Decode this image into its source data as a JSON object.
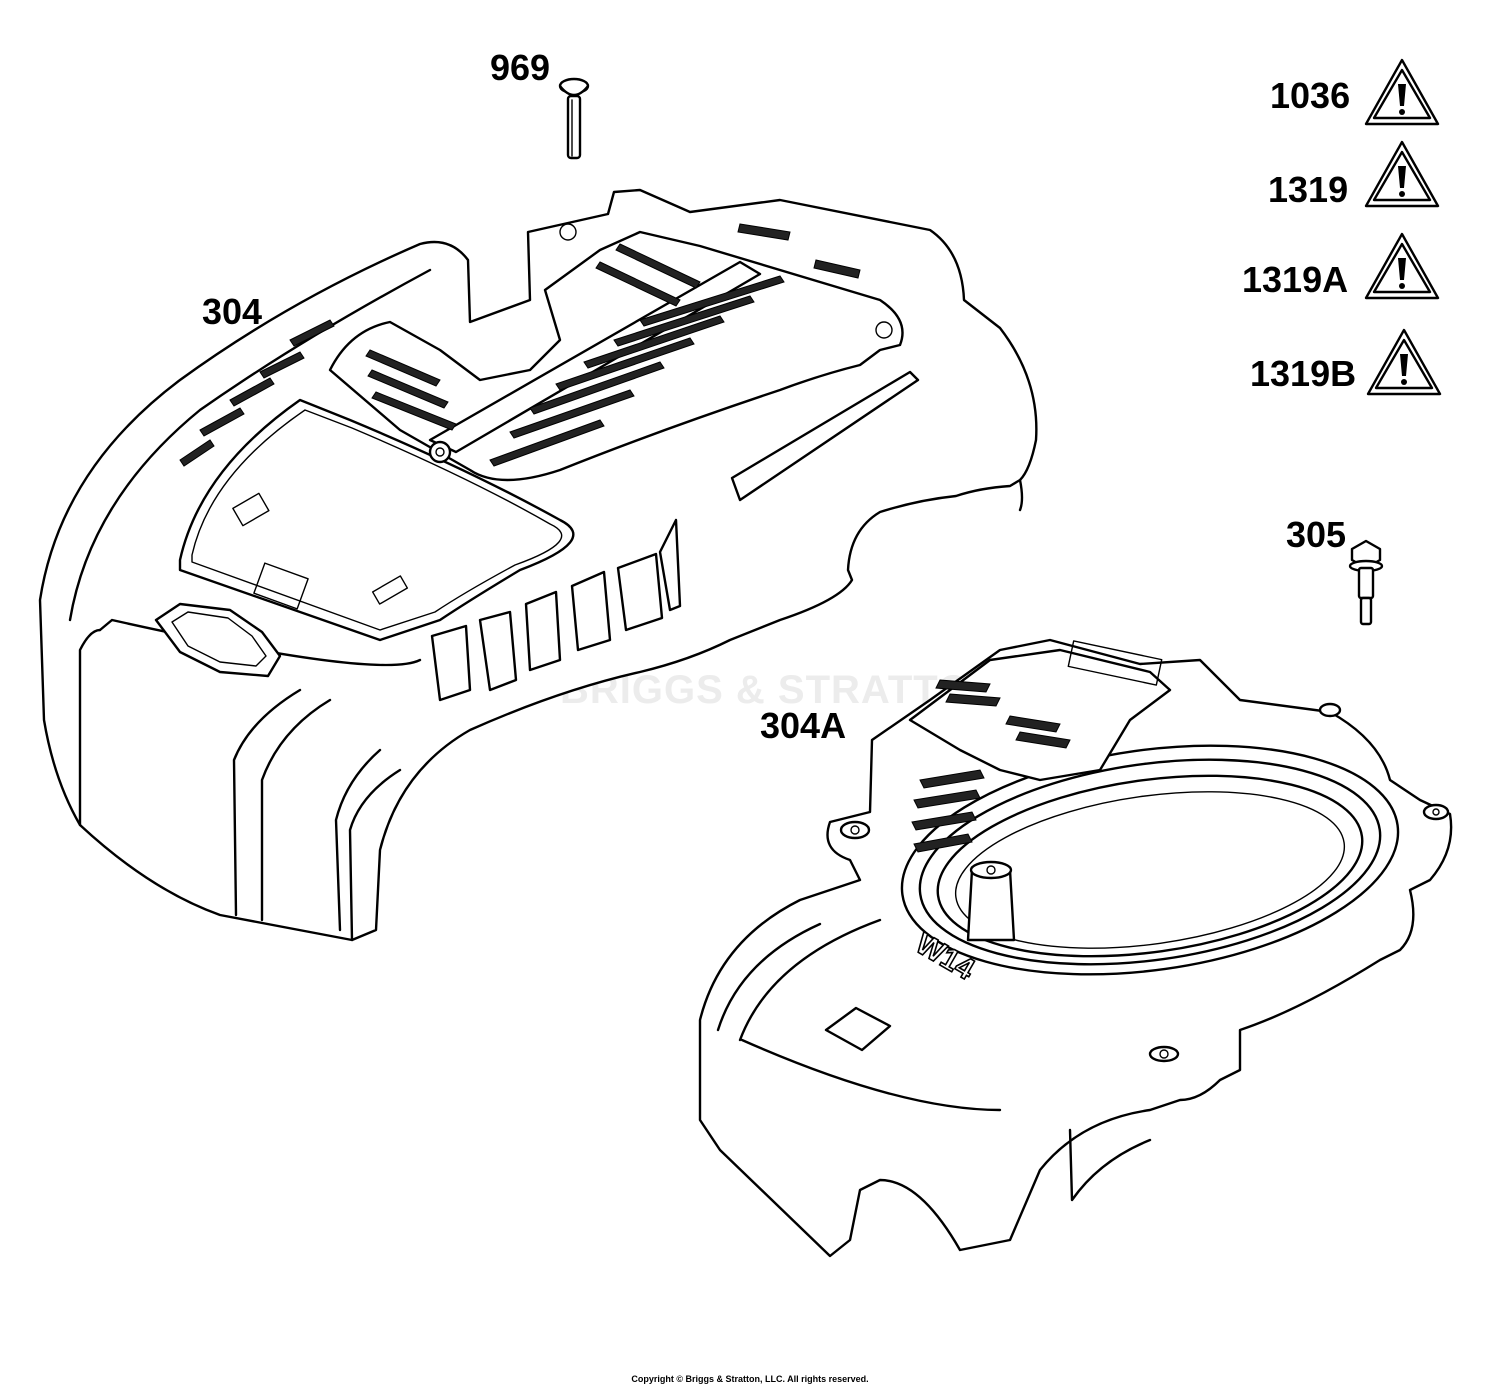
{
  "callouts": {
    "part_969": "969",
    "part_304": "304",
    "part_305": "305",
    "part_304a": "304A"
  },
  "warning_labels": [
    {
      "label": "1036",
      "icon": "warning-triangle-icon"
    },
    {
      "label": "1319",
      "icon": "warning-triangle-icon"
    },
    {
      "label": "1319A",
      "icon": "warning-triangle-icon"
    },
    {
      "label": "1319B",
      "icon": "warning-triangle-icon"
    }
  ],
  "engraved_text": "W14",
  "watermark": "BRIGGS & STRATTON",
  "footer": {
    "copyright": "Copyright © Briggs & Stratton, LLC. All rights reserved."
  }
}
